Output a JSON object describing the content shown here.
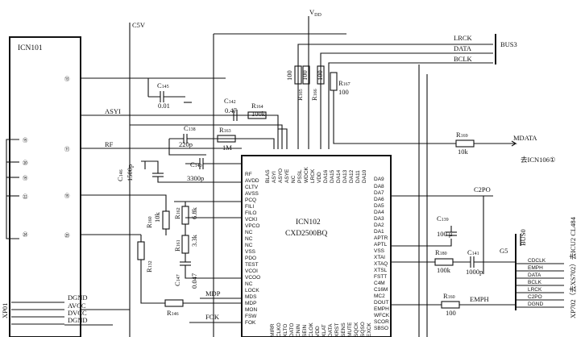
{
  "power": {
    "c5v": "C5V",
    "vdd": "V",
    "vdd_sub": "DD"
  },
  "bus3": "BUS3",
  "bus0": "BUS0",
  "icn101": {
    "label": "ICN101",
    "pins": [
      "⑬",
      "⑪",
      "⑮",
      "㉕",
      "⑮",
      "⑳",
      "⑲",
      "㉒",
      "㉔"
    ]
  },
  "icn102": {
    "name": "ICN102",
    "part": "CXD2500BQ",
    "left_pins": [
      "RF",
      "AVDD",
      "CLTV",
      "AVSS",
      "PCQ",
      "FILI",
      "FILO",
      "VCKI",
      "VPCO",
      "NC",
      "NC",
      "NC",
      "VSS",
      "PDO",
      "TEST",
      "VCOI",
      "VCOO",
      "NC",
      "LOCK",
      "MDS",
      "MDP",
      "MON",
      "FSW",
      "FOK"
    ],
    "right_pins": [
      "DA9",
      "DA8",
      "DA7",
      "DA6",
      "DA5",
      "DA4",
      "DA3",
      "DA2",
      "DA1",
      "APTR",
      "APTL",
      "VSS",
      "XTAI",
      "XTAQ",
      "XTSL",
      "FSTT",
      "C4M",
      "C16M",
      "MC2",
      "DOUT",
      "EMPH",
      "WFCK",
      "SCOR",
      "SBSO"
    ],
    "top_pins": [
      "BLAS",
      "ASYI",
      "ASYO",
      "ASYE",
      "NC",
      "PSSL",
      "WDCK",
      "LRCK",
      "VDD",
      "DA16",
      "DA15",
      "DA14",
      "DA13",
      "DA12",
      "DA11",
      "DA10"
    ],
    "bottom_pins": [
      "MIRR",
      "CLKO",
      "XLTO",
      "DATO",
      "CNIN",
      "SEIN",
      "CLOK",
      "VDD",
      "XLAT",
      "DATA",
      "XRST",
      "SENS",
      "MUTE",
      "SQCK",
      "SQSO",
      "EXCK"
    ]
  },
  "signals": {
    "lrck": "LRCK",
    "data": "DATA",
    "bclk": "BCLK",
    "asyi": "ASYI",
    "rf": "RF",
    "mdata": "MDATA",
    "to_icn106": "去ICN106①",
    "c2po": "C2PO",
    "mdp": "MDP",
    "fok": "FOK",
    "emph": "EMPH",
    "g5": "G5"
  },
  "components": {
    "c145": "C",
    "c145_sub": "145",
    "c145_val": "0.01",
    "c142": "C",
    "c142_sub": "142",
    "c142_val": "0.47",
    "r164": "R",
    "r164_sub": "164",
    "r164_val": "100k",
    "c138": "C",
    "c138_sub": "138",
    "c138_val": "220p",
    "r163": "R",
    "r163_sub": "163",
    "r163_val": "1M",
    "c140": "C",
    "c140_sub": "140",
    "c146": "C",
    "c146_sub": "146",
    "c146_val": "1500p",
    "c3300": "3300p",
    "r160": "R",
    "r160_sub": "160",
    "r160_val": "10k",
    "r162": "R",
    "r162_sub": "162",
    "r162_val": "6.8k",
    "r161": "R",
    "r161_sub": "161",
    "r161_val": "3.3k",
    "c147": "C",
    "c147_sub": "147",
    "c147_val": "0.047",
    "r132": "R",
    "r132_sub": "132",
    "r146": "R",
    "r146_sub": "146",
    "r165": "R",
    "r165_sub": "165",
    "r166": "R",
    "r166_sub": "166",
    "r167": "R",
    "r167_sub": "167",
    "r167_val": "100",
    "r100a": "100",
    "r100b": "100",
    "r100c": "100",
    "r169": "R",
    "r169_sub": "169",
    "r169_val": "10k",
    "c139": "C",
    "c139_sub": "139",
    "c139_val": "100 μ",
    "r180": "R",
    "r180_sub": "180",
    "r180_val": "100k",
    "c141": "C",
    "c141_sub": "141",
    "c141_val": "1000p",
    "r160b": "R",
    "r160b_sub": "160",
    "r160b_val": "100"
  },
  "xp01": {
    "label": "XP01",
    "pins": [
      "DGND",
      "AVCC",
      "DVCC",
      "DGND"
    ]
  },
  "xp702": {
    "pins": [
      "CDCLK",
      "EMPH",
      "DATA",
      "BCLK",
      "LRCK",
      "C2PO",
      "DGND"
    ],
    "label": "XP702（去XS702）去ICU2 CL484"
  }
}
